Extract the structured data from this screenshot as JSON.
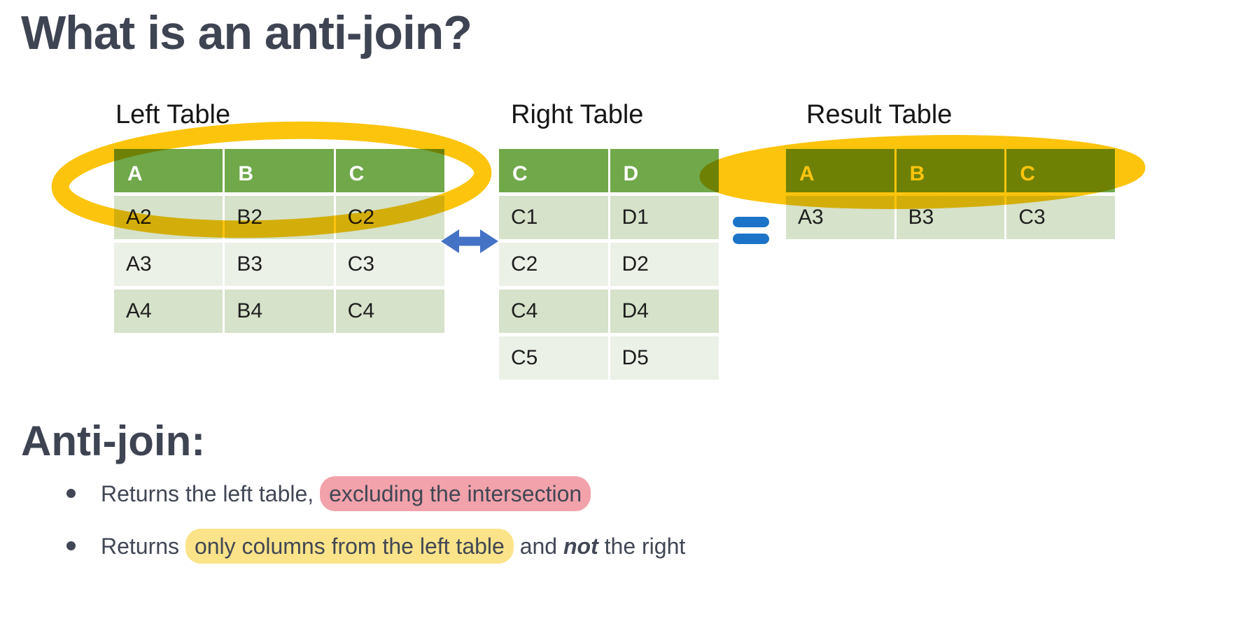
{
  "title": "What is an anti-join?",
  "colors": {
    "header_green": "#70a84a",
    "row_band_dark": "#d6e2c9",
    "row_band_light": "#ecf1e7",
    "circle_yellow": "#fcc40d",
    "arrow_blue": "#4472c4",
    "equals_blue": "#1b74c8",
    "pink_highlight": "#f2a2ab",
    "yellow_highlight": "#fbe38a",
    "heading_slate": "#3e4452"
  },
  "tables": {
    "left": {
      "label": "Left Table",
      "headers": [
        "A",
        "B",
        "C"
      ],
      "rows": [
        [
          "A2",
          "B2",
          "C2"
        ],
        [
          "A3",
          "B3",
          "C3"
        ],
        [
          "A4",
          "B4",
          "C4"
        ]
      ]
    },
    "right": {
      "label": "Right Table",
      "headers": [
        "C",
        "D"
      ],
      "rows": [
        [
          "C1",
          "D1"
        ],
        [
          "C2",
          "D2"
        ],
        [
          "C4",
          "D4"
        ],
        [
          "C5",
          "D5"
        ]
      ]
    },
    "result": {
      "label": "Result Table",
      "headers": [
        "A",
        "B",
        "C"
      ],
      "rows": [
        [
          "A3",
          "B3",
          "C3"
        ]
      ]
    }
  },
  "section": {
    "heading": "Anti-join:",
    "bullets": [
      {
        "pre": "Returns the left table,",
        "highlight": "excluding the intersection",
        "mid": "",
        "emphasis": "",
        "post": ""
      },
      {
        "pre": "Returns",
        "highlight": "only columns from the left table",
        "mid": "and",
        "emphasis": "not",
        "post": "the right"
      }
    ]
  }
}
